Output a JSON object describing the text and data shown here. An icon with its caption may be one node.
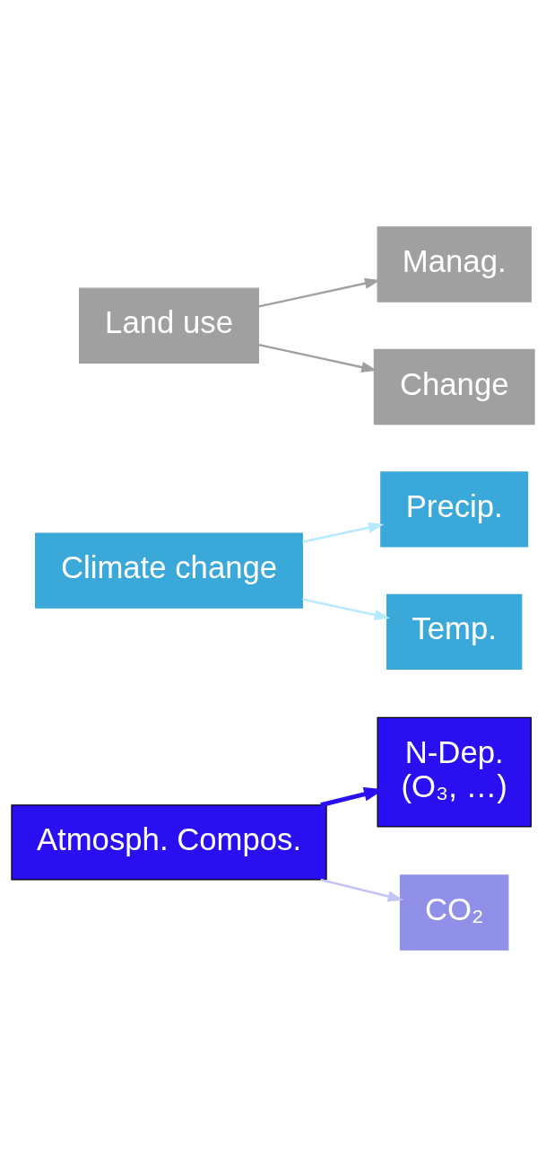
{
  "diagram": {
    "nodes": [
      {
        "text": [
          "Land use"
        ]
      },
      {
        "text": [
          "Change"
        ]
      },
      {
        "text": [
          "Manag."
        ]
      },
      {
        "text": [
          "Climate change"
        ]
      },
      {
        "text": [
          "Temp."
        ]
      },
      {
        "text": [
          "Precip."
        ]
      },
      {
        "text": [
          "Atmosph. Compos."
        ]
      },
      {
        "text": [
          "CO₂"
        ]
      },
      {
        "text": [
          "N-Dep.",
          "(O₃, …)"
        ]
      }
    ],
    "edges": [
      {
        "from": 0,
        "to": 1,
        "arrow": "to",
        "color": "#a0a0a0"
      },
      {
        "from": 0,
        "to": 2,
        "arrow": "to",
        "color": "#a0a0a0"
      },
      {
        "from": 3,
        "to": 4,
        "arrow": "to",
        "color": "#b8eaff"
      },
      {
        "from": 3,
        "to": 5,
        "arrow": "to",
        "color": "#b8eaff"
      },
      {
        "from": 6,
        "to": 7,
        "arrow": "to",
        "color": "#c4c4f4"
      },
      {
        "from": 6,
        "to": 8,
        "arrow": "to",
        "color": "#2a10f0",
        "style": "thick"
      }
    ]
  }
}
